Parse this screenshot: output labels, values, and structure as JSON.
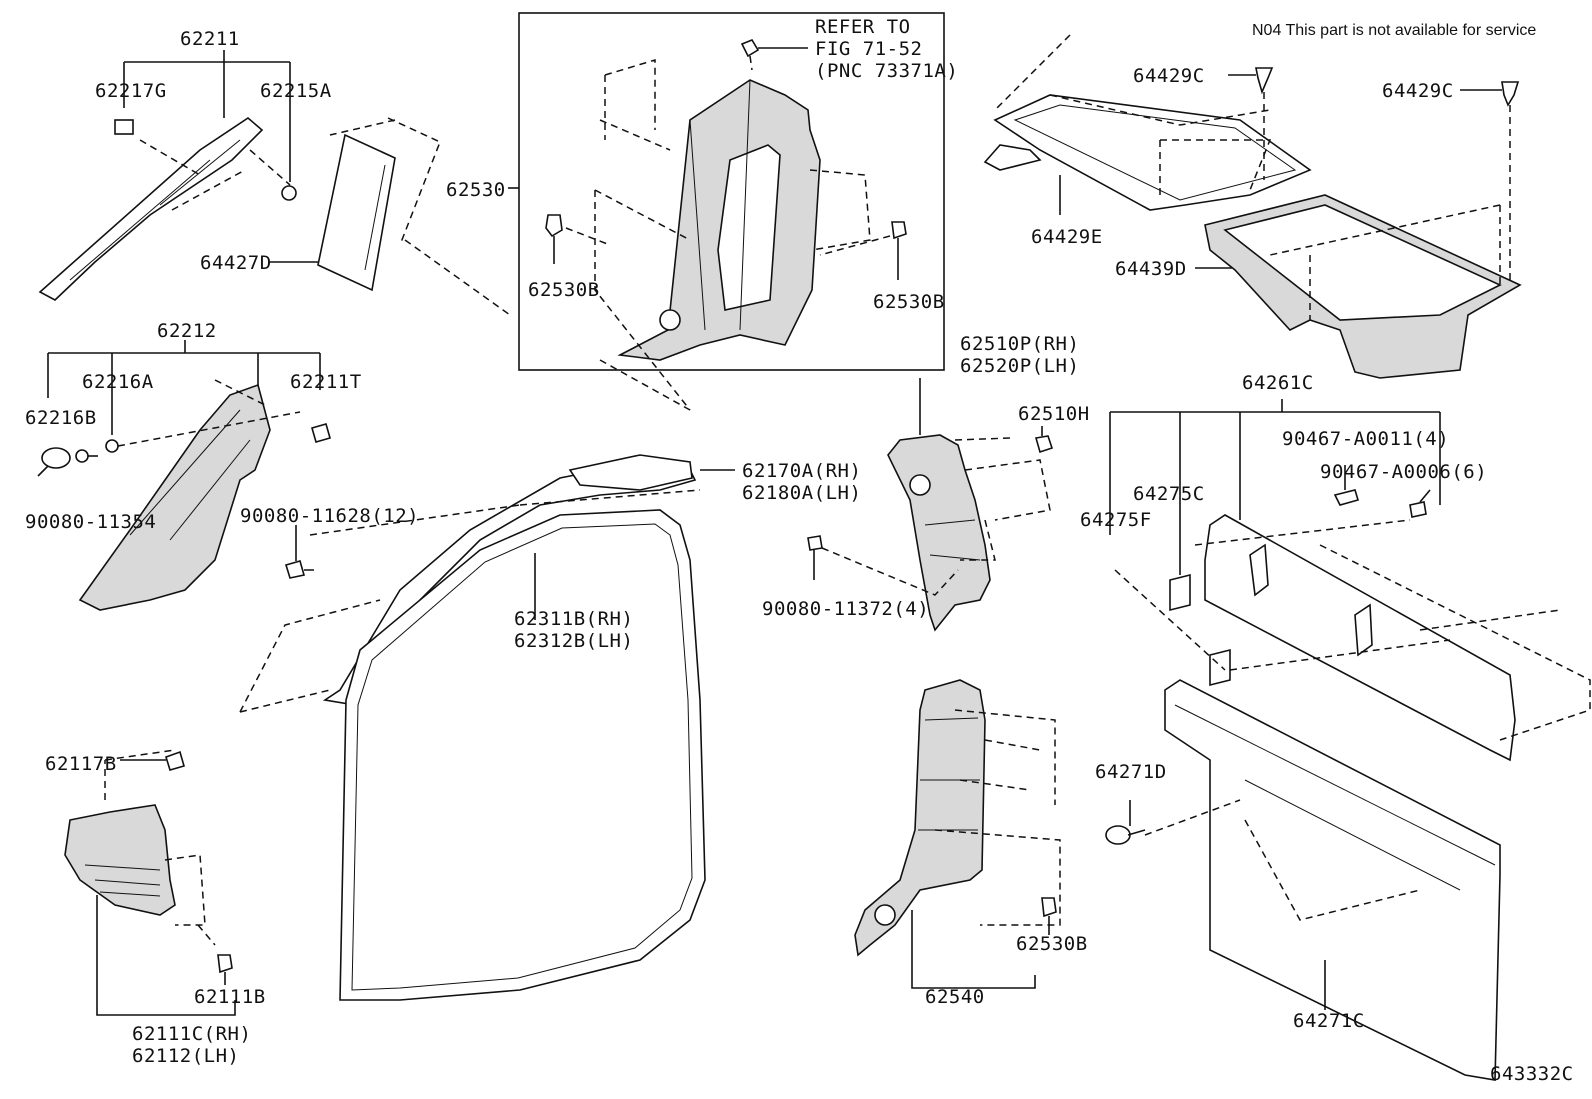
{
  "header": {
    "availability_note": "N04  This part is not available for service",
    "diagram_number": "643332C"
  },
  "refer_box": {
    "line1": "REFER TO",
    "line2": "FIG 71-52",
    "line3": "(PNC 73371A)"
  },
  "labels": {
    "p62211": "62211",
    "p62217G": "62217G",
    "p62215A": "62215A",
    "p64427D": "64427D",
    "p62530": "62530",
    "p62530B_left": "62530B",
    "p62530B_right": "62530B",
    "p64429C_a": "64429C",
    "p64429C_b": "64429C",
    "p64429E": "64429E",
    "p64439D": "64439D",
    "p62212": "62212",
    "p62216A": "62216A",
    "p62211T": "62211T",
    "p62216B": "62216B",
    "p90080_11354": "90080-11354",
    "p62510P": "62510P(RH)",
    "p62520P": "62520P(LH)",
    "p62510H": "62510H",
    "p64261C": "64261C",
    "p90467_A0011": "90467-A0011(4)",
    "p90467_A0006": "90467-A0006(6)",
    "p64275C": "64275C",
    "p64275F": "64275F",
    "p62170A": "62170A(RH)",
    "p62180A": "62180A(LH)",
    "p90080_11628": "90080-11628(12)",
    "p90080_11372": "90080-11372(4)",
    "p62311B": "62311B(RH)",
    "p62312B": "62312B(LH)",
    "p62117B": "62117B",
    "p62111B": "62111B",
    "p62111C": "62111C(RH)",
    "p62112": "62112(LH)",
    "p64271D": "64271D",
    "p62530B_lower": "62530B",
    "p62540": "62540",
    "p64271C": "64271C"
  }
}
